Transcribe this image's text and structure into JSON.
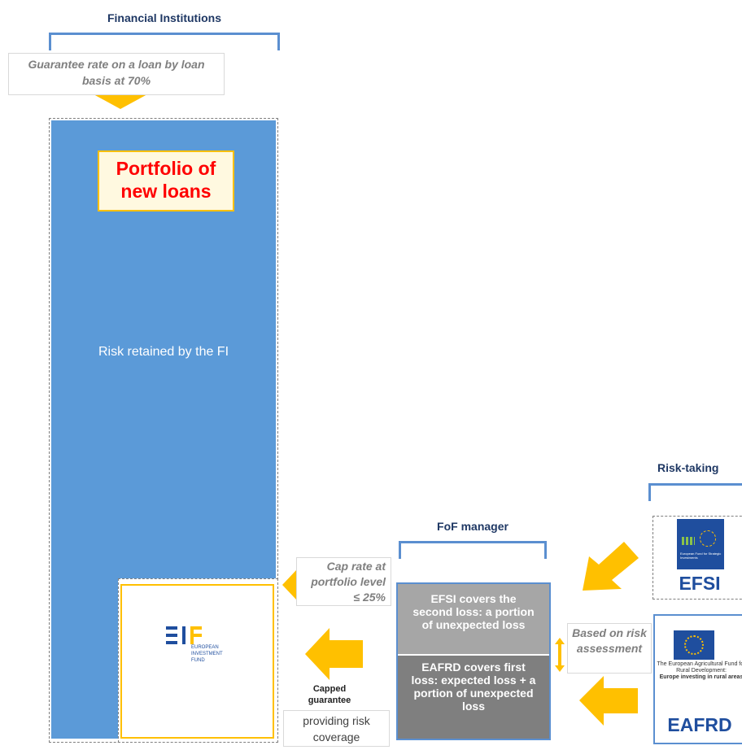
{
  "headers": {
    "financial_institutions": "Financial Institutions",
    "fof_manager": "FoF manager",
    "risk_taking": "Risk-taking"
  },
  "notes": {
    "guarantee_rate": "Guarantee rate on a loan by loan basis at 70%",
    "cap_rate": "Cap rate at portfolio level ≤ 25%",
    "based_on_risk": "Based on risk assessment",
    "capped_guarantee": "Capped guarantee",
    "providing_risk_coverage": "providing risk coverage"
  },
  "portfolio": {
    "title": "Portfolio of new loans",
    "risk_retained": "Risk retained by the FI"
  },
  "eif_logo": {
    "line1": "EUROPEAN",
    "line2": "INVESTMENT",
    "line3": "FUND"
  },
  "fof_boxes": {
    "efsi_covers": "EFSI covers the second loss: a portion of unexpected loss",
    "eafrd_covers": "EAFRD covers first loss: expected loss + a portion of unexpected loss"
  },
  "logos": {
    "efsi_label": "EFSI",
    "efsi_small": "European Fund for Strategic Investments",
    "eafrd_label": "EAFRD",
    "eafrd_caption1": "The European Agricultural Fund for Rural Development:",
    "eafrd_caption2": "Europe investing in rural areas"
  },
  "colors": {
    "portfolio_blue": "#5b9ad8",
    "bracket_blue": "#5b8fd0",
    "arrow_yellow": "#ffc000",
    "portfolio_red": "#ff0000",
    "efsi_box": "#a6a6a6",
    "eafrd_box": "#7f7f7f"
  }
}
